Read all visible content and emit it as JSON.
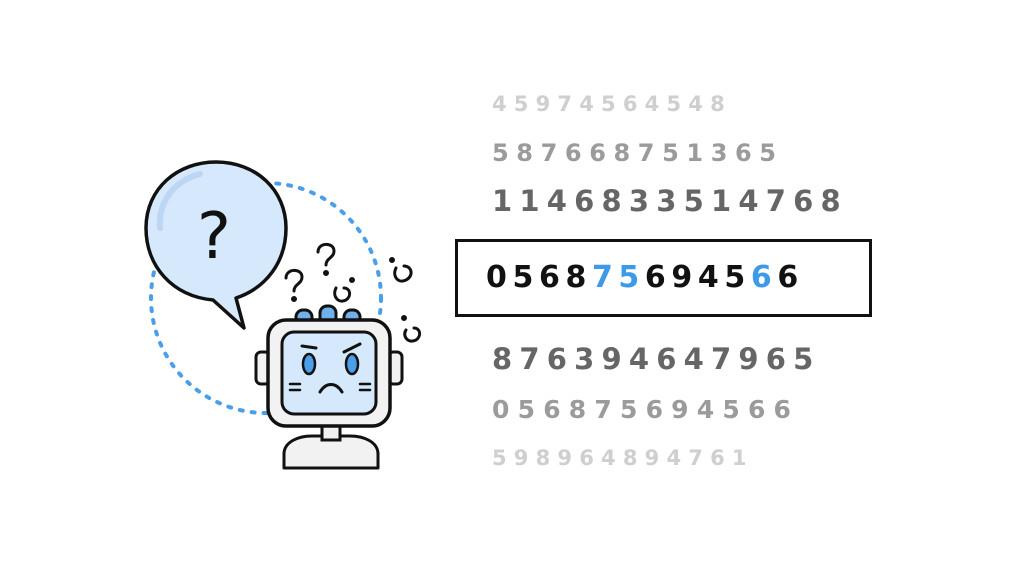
{
  "sequences": [
    "45974564548",
    "587668751365",
    "1146833514768",
    "876394647965",
    "056875694566",
    "598964894761"
  ],
  "highlighted": {
    "digits": [
      "0",
      "5",
      "6",
      "8",
      "7",
      "5",
      "6",
      "9",
      "4",
      "5",
      "6",
      "6"
    ],
    "accent_indices": [
      4,
      5,
      10
    ],
    "text_color": "#111111",
    "accent_color": "#3d9ae8"
  },
  "illustration": {
    "bubble_symbol": "?",
    "icons": [
      "speech-bubble-icon",
      "robot-icon",
      "question-mark-icon"
    ],
    "colors": {
      "accent_blue": "#4a9fe8",
      "light_blue": "#d6e8fb",
      "outline": "#111111"
    }
  }
}
